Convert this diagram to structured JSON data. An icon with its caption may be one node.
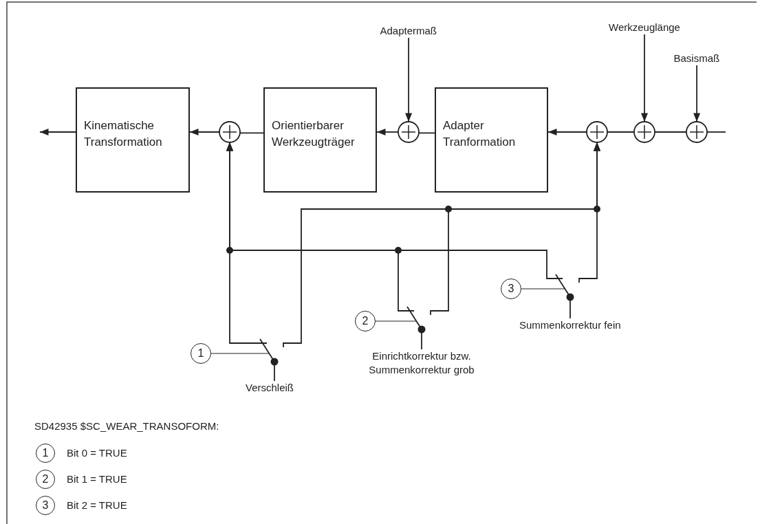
{
  "diagram": {
    "nodes": [
      {
        "text": [
          "Adaptermaß"
        ]
      },
      {
        "text": [
          "Werkzeuglänge"
        ]
      },
      {
        "text": [
          "Basismaß"
        ]
      },
      {
        "text": [
          "Kinematische Transformation"
        ]
      },
      {
        "text": [],
        "shape": "circle"
      },
      {
        "text": [
          "Orientierbarer Werkzeugträger"
        ]
      },
      {
        "text": [],
        "shape": "circle"
      },
      {
        "text": [
          "Adapter Tranformation"
        ]
      },
      {
        "text": [],
        "shape": "circle"
      },
      {
        "text": [],
        "shape": "circle"
      },
      {
        "text": [],
        "shape": "circle"
      },
      {
        "text": [
          "3"
        ]
      },
      {
        "text": [],
        "shape": "switch"
      },
      {
        "text": [
          "Summenkorrektur fein"
        ]
      },
      {
        "text": [
          "2"
        ]
      },
      {
        "text": [],
        "shape": "switch"
      },
      {
        "text": [
          "Einrichtkorrektur bzw. Summenkorrektur grob"
        ]
      },
      {
        "text": [
          "1"
        ]
      },
      {
        "text": [],
        "shape": "switch"
      },
      {
        "text": [
          "Verschleiß"
        ]
      },
      {
        "text": [
          "1"
        ],
        "beside": [
          "Bit 0 = TRUE"
        ]
      },
      {
        "text": [
          "2"
        ],
        "beside": [
          "Bit 1 = TRUE"
        ]
      },
      {
        "text": [
          "3"
        ],
        "beside": [
          "Bit 2 = TRUE"
        ]
      }
    ],
    "edges": [
      {
        "from": 0,
        "to": 6,
        "arrow": "to"
      },
      {
        "from": 1,
        "to": 9,
        "arrow": "to"
      },
      {
        "from": 2,
        "to": 10,
        "arrow": "to"
      },
      {
        "from": null,
        "to": 10,
        "arrow": "none"
      },
      {
        "from": 10,
        "to": 9,
        "arrow": "none"
      },
      {
        "from": 9,
        "to": 8,
        "arrow": "none"
      },
      {
        "from": 8,
        "to": 7,
        "arrow": "to"
      },
      {
        "from": 7,
        "to": 6,
        "arrow": "none"
      },
      {
        "from": 6,
        "to": 5,
        "arrow": "to"
      },
      {
        "from": 5,
        "to": 4,
        "arrow": "none"
      },
      {
        "from": 4,
        "to": 3,
        "arrow": "to"
      },
      {
        "from": 3,
        "to": null,
        "arrow": "to"
      },
      {
        "from": 13,
        "to": 12,
        "arrow": "none"
      },
      {
        "from": 16,
        "to": 15,
        "arrow": "none"
      },
      {
        "from": 19,
        "to": 18,
        "arrow": "none"
      },
      {
        "from": 11,
        "to": 12,
        "arrow": "none"
      },
      {
        "from": 14,
        "to": 15,
        "arrow": "none"
      },
      {
        "from": 17,
        "to": 18,
        "arrow": "none"
      },
      {
        "from": 12,
        "to": 4,
        "arrow": "to"
      },
      {
        "from": 12,
        "to": 8,
        "arrow": "to"
      },
      {
        "from": 15,
        "to": 4,
        "arrow": "to"
      },
      {
        "from": 15,
        "to": 8,
        "arrow": "to"
      },
      {
        "from": 18,
        "to": 4,
        "arrow": "to"
      },
      {
        "from": 18,
        "to": 8,
        "arrow": "to"
      }
    ],
    "labels": [
      "SD42935 $SC_WEAR_TRANSOFORM:"
    ]
  }
}
